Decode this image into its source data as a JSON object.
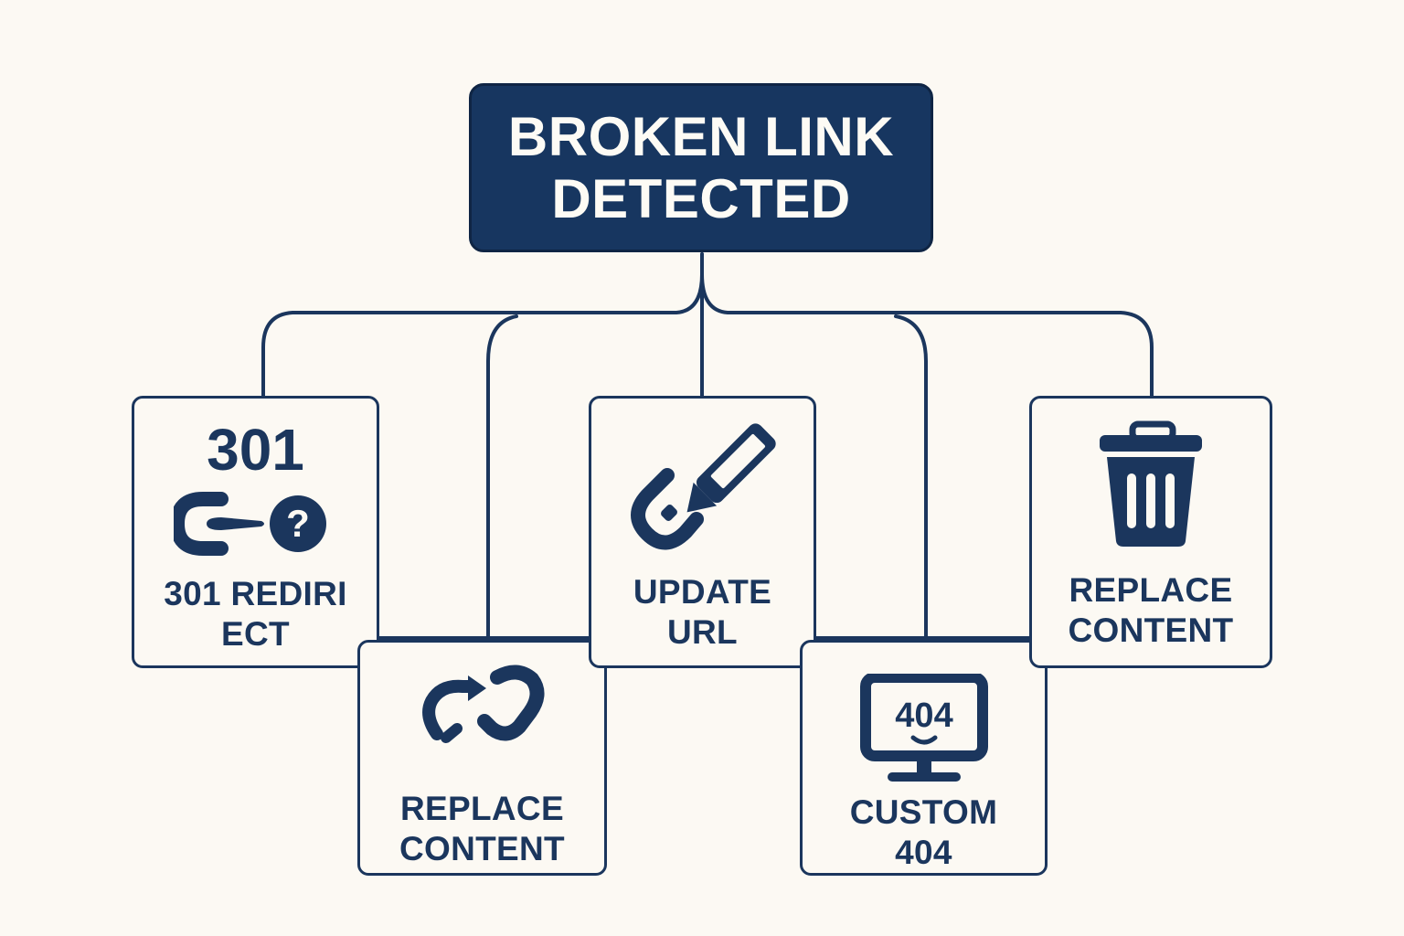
{
  "root": {
    "line1": "BROKEN LINK",
    "line2": "DETECTED"
  },
  "options": [
    {
      "id": "redirect",
      "code": "301",
      "label_line1": "301 REDIRI",
      "label_line2": "ECT",
      "icon": "broken-link-question-icon"
    },
    {
      "id": "replace-link",
      "label_line1": "REPLACE",
      "label_line2": "CONTENT",
      "icon": "broken-chain-arrow-icon"
    },
    {
      "id": "update-url",
      "label_line1": "UPDATE",
      "label_line2": "URL",
      "icon": "link-pencil-icon"
    },
    {
      "id": "custom-404",
      "screen_text": "404",
      "label_line1": "CUSTOM",
      "label_line2": "404",
      "icon": "monitor-404-icon"
    },
    {
      "id": "remove",
      "label_line1": "REPLACE",
      "label_line2": "CONTENT",
      "icon": "trash-icon"
    }
  ],
  "colors": {
    "navy": "#1b365d",
    "root_fill": "#173660",
    "background": "#fcf9f3",
    "text_light": "#fdfbf5"
  }
}
